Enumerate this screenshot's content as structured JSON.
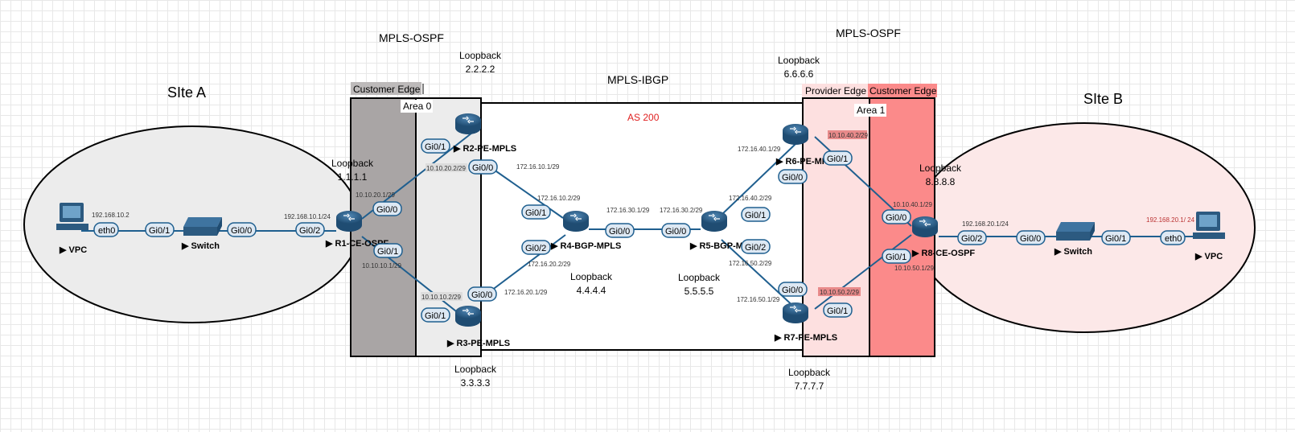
{
  "colors": {
    "ellipse_left": "#ececec",
    "ellipse_right": "#fce8e8",
    "customer_edge_left": "#a9a5a5",
    "mpls_left_panel": "#ececec",
    "provider_edge_fill": "#fde0e0",
    "customer_edge_right": "#fb8a8a",
    "link": "#1f5f8f",
    "port_fill": "#dde8f3",
    "router": "#2c5a80",
    "as_label": "#e02020",
    "ip_highlight": "#e88a8a"
  },
  "labels": {
    "site_a": "SIte A",
    "site_b": "SIte B",
    "mpls_ospf_left": "MPLS-OSPF",
    "mpls_ospf_right": "MPLS-OSPF",
    "mpls_ibgp": "MPLS-IBGP",
    "as": "AS 200",
    "area0": "Area 0",
    "area1": "Area 1",
    "customer_edge_left": "Customer Edge",
    "provider_edge": "Provider Edge",
    "customer_edge_right": "Customer Edge",
    "loopback_word": "Loopback"
  },
  "loopbacks": {
    "r1": "1.1.1.1",
    "r2": "2.2.2.2",
    "r3": "3.3.3.3",
    "r4": "4.4.4.4",
    "r5": "5.5.5.5",
    "r6": "6.6.6.6",
    "r7": "7.7.7.7",
    "r8": "8.8.8.8"
  },
  "devices": {
    "vpc_a": "VPC",
    "switch_a": "Switch",
    "r1": "R1-CE-OSPF",
    "r2": "R2-PE-MPLS",
    "r3": "R3-PE-MPLS",
    "r4": "R4-BGP-MPLS",
    "r5": "R5-BGP-MPLS",
    "r6": "R6-PE-MPLS",
    "r7": "R7-PE-MPLS",
    "r8": "R8-CE-OSPF",
    "switch_b": "Switch",
    "vpc_b": "VPC"
  },
  "ports": {
    "vpc_a_eth0": "eth0",
    "sw_a_gi01": "Gi0/1",
    "sw_a_gi00": "Gi0/0",
    "r1_gi02": "Gi0/2",
    "r1_gi00": "Gi0/0",
    "r1_gi01": "Gi0/1",
    "r2_gi01": "Gi0/1",
    "r2_gi00": "Gi0/0",
    "r3_gi01": "Gi0/1",
    "r3_gi00": "Gi0/0",
    "r4_gi01": "Gi0/1",
    "r4_gi02": "Gi0/2",
    "r4_gi00": "Gi0/0",
    "r5_gi00": "Gi0/0",
    "r5_gi01": "Gi0/1",
    "r5_gi02": "Gi0/2",
    "r6_gi00": "Gi0/0",
    "r6_gi01": "Gi0/1",
    "r7_gi00": "Gi0/0",
    "r7_gi01": "Gi0/1",
    "r8_gi00": "Gi0/0",
    "r8_gi01": "Gi0/1",
    "r8_gi02": "Gi0/2",
    "sw_b_gi00": "Gi0/0",
    "sw_b_gi01": "Gi0/1",
    "vpc_b_eth0": "eth0"
  },
  "ips": {
    "vpc_a": "192.168.10.2",
    "r1_lan": "192.168.10.1/24",
    "r1_to_r2": "10.10.20.1/29",
    "r1_to_r3": "10.10.10.1/29",
    "r2_to_r1": "10.10.20.2/29",
    "r2_to_r4": "172.16.10.1/29",
    "r4_to_r2": "172.16.10.2/29",
    "r3_to_r1": "10.10.10.2/29",
    "r3_to_r4": "172.16.20.1/29",
    "r4_to_r3": "172.16.20.2/29",
    "r4_to_r5": "172.16.30.1/29",
    "r5_to_r4": "172.16.30.2/29",
    "r6_up": "172.16.40.1/29",
    "r5_to_r6": "172.16.40.2/29",
    "r5_to_r7": "172.16.50.2/29",
    "r7_up": "172.16.50.1/29",
    "r6_to_r8": "10.10.40.2/29",
    "r8_to_r6": "10.10.40.1/29",
    "r7_to_r8": "10.10.50.2/29",
    "r8_to_r7": "10.10.50.1/29",
    "r8_lan": "192.168.20.1/24",
    "vpc_b": "192.168.20.1/ 24"
  }
}
